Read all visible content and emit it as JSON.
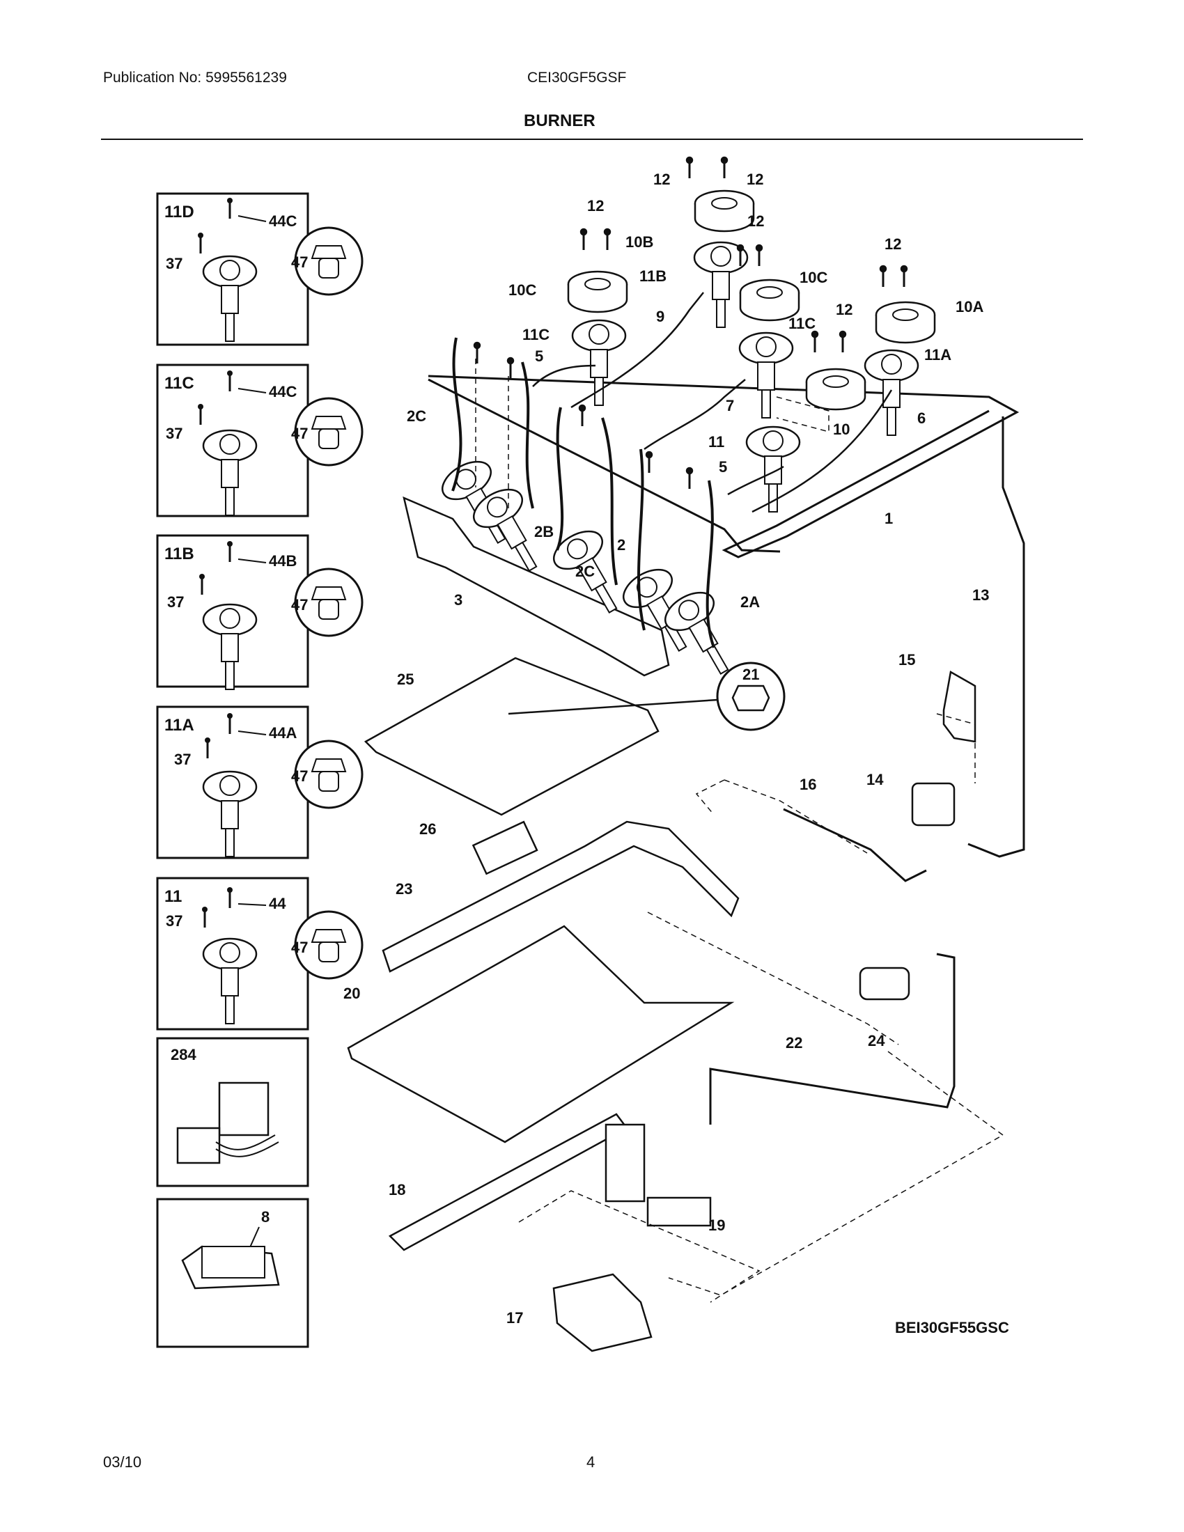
{
  "header": {
    "publication": "Publication No: 5995561239",
    "model": "CEI30GF5GSF",
    "section_title": "BURNER"
  },
  "insets": [
    {
      "id": "11D",
      "labels": [
        "44C",
        "37",
        "47"
      ]
    },
    {
      "id": "11C",
      "labels": [
        "44C",
        "37",
        "47"
      ]
    },
    {
      "id": "11B",
      "labels": [
        "44B",
        "37",
        "47"
      ]
    },
    {
      "id": "11A",
      "labels": [
        "44A",
        "37",
        "47"
      ]
    },
    {
      "id": "11",
      "labels": [
        "44",
        "37",
        "47"
      ]
    },
    {
      "id": "284",
      "labels": []
    },
    {
      "id": "",
      "labels": [
        "8"
      ]
    }
  ],
  "callouts": {
    "c1": "1",
    "c2": "2",
    "c2A": "2A",
    "c2B": "2B",
    "c2C": "2C",
    "c2C_b": "2C",
    "c3": "3",
    "c5": "5",
    "c5b": "5",
    "c6": "6",
    "c7": "7",
    "c9": "9",
    "c10": "10",
    "c10A": "10A",
    "c10B": "10B",
    "c10C": "10C",
    "c10C_b": "10C",
    "c11": "11",
    "c11A": "11A",
    "c11B": "11B",
    "c11C": "11C",
    "c11C_b": "11C",
    "c12a": "12",
    "c12b": "12",
    "c12c": "12",
    "c12d": "12",
    "c12e": "12",
    "c12f": "12",
    "c13": "13",
    "c14": "14",
    "c15": "15",
    "c16": "16",
    "c17": "17",
    "c18": "18",
    "c19": "19",
    "c20": "20",
    "c21": "21",
    "c22": "22",
    "c23": "23",
    "c24": "24",
    "c25": "25",
    "c26": "26"
  },
  "diagram_code": "BEI30GF55GSC",
  "footer": {
    "date": "03/10",
    "page": "4"
  }
}
